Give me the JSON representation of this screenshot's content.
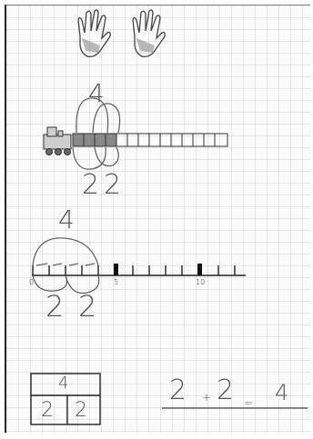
{
  "top_model": {
    "whole": "4",
    "part_a": "2",
    "part_b": "2"
  },
  "track_model": {
    "whole": "4",
    "part_a": "2",
    "part_b": "2",
    "tick_labels": [
      "0",
      "5",
      "10"
    ]
  },
  "part_whole_box": {
    "whole": "4",
    "part_a": "2",
    "part_b": "2"
  },
  "equation": {
    "left": "2",
    "plus": "+",
    "right": "2",
    "equals": "=",
    "result": "4"
  }
}
